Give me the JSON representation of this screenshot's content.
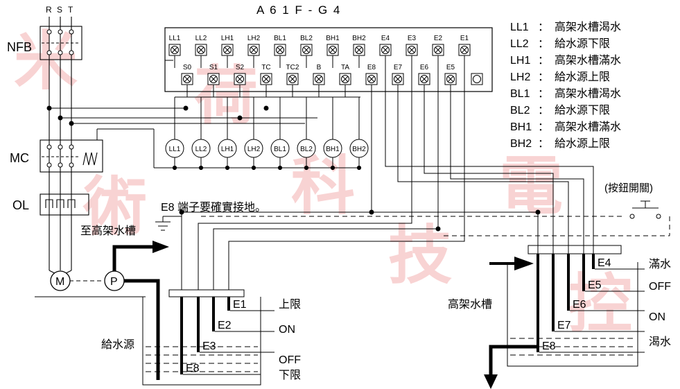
{
  "title": "A 6 1 F - G 4",
  "phases": [
    "R",
    "S",
    "T"
  ],
  "labels": {
    "nfb": "NFB",
    "mc": "MC",
    "ol": "OL",
    "motor": "M",
    "pump": "P",
    "ground_note": "E8 端子要確實接地。",
    "to_tank": "至高架水槽",
    "push_button": "(按鈕開關)",
    "supply_source": "給水源",
    "elevated_tank": "高架水槽"
  },
  "top_terminals": [
    "LL1",
    "LL2",
    "LH1",
    "LH2",
    "BL1",
    "BL2",
    "BH1",
    "BH2",
    "E4",
    "E3",
    "E2",
    "E1"
  ],
  "bottom_terminals": [
    "S0",
    "S1",
    "S2",
    "TC",
    "TC2",
    "B",
    "TA",
    "E8",
    "E7",
    "E6",
    "E5"
  ],
  "relays": [
    "LL1",
    "LL2",
    "LH1",
    "LH2",
    "BL1",
    "BL2",
    "BH1",
    "BH2"
  ],
  "legend": [
    {
      "code": "LL1",
      "sep": "：",
      "desc": "高架水槽渴水"
    },
    {
      "code": "LL2",
      "sep": "：",
      "desc": "給水源下限"
    },
    {
      "code": "LH1",
      "sep": "：",
      "desc": "高架水槽滿水"
    },
    {
      "code": "LH2",
      "sep": "：",
      "desc": "給水源上限"
    },
    {
      "code": "BL1",
      "sep": "：",
      "desc": "高架水槽渴水"
    },
    {
      "code": "BL2",
      "sep": "：",
      "desc": "給水源下限"
    },
    {
      "code": "BH1",
      "sep": "：",
      "desc": "高架水槽滿水"
    },
    {
      "code": "BH2",
      "sep": "：",
      "desc": "給水源上限"
    }
  ],
  "supply_electrodes": [
    "E1",
    "E2",
    "E3",
    "E8"
  ],
  "supply_levels": [
    "上限",
    "ON",
    "OFF",
    "下限"
  ],
  "tank_electrodes": [
    "E4",
    "E5",
    "E6",
    "E7",
    "E8"
  ],
  "tank_levels": [
    "滿水",
    "OFF",
    "ON",
    "渴水"
  ],
  "watermark": [
    "米",
    "荷",
    "科",
    "技",
    "術",
    "電",
    "控"
  ],
  "colors": {
    "line": "#000000",
    "watermark": "#e43b3b"
  }
}
